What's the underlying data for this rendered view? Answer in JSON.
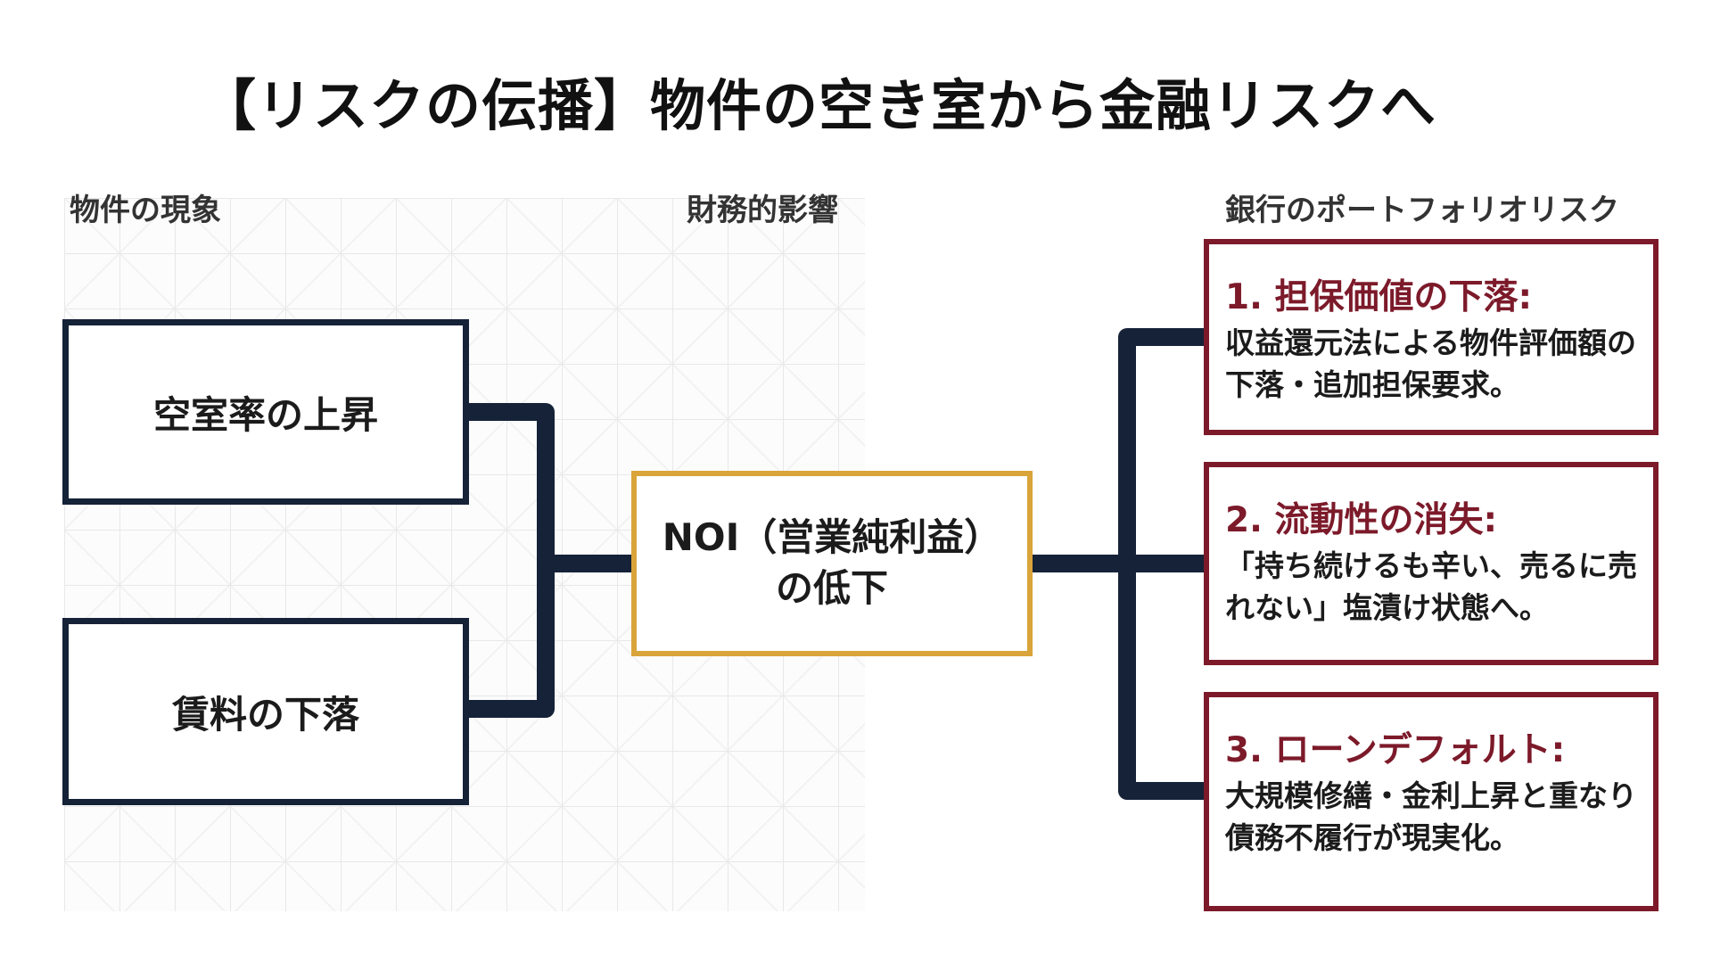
{
  "title": "【リスクの伝播】物件の空き室から金融リスクへ",
  "columns": {
    "left": "物件の現象",
    "middle": "財務的影響",
    "right": "銀行のポートフォリオリスク"
  },
  "left_boxes": [
    {
      "label": "空室率の上昇"
    },
    {
      "label": "賃料の下落"
    }
  ],
  "center_box": {
    "line1": "NOI（営業純利益）",
    "line2": "の低下"
  },
  "risks": [
    {
      "title": "1. 担保価値の下落:",
      "desc": "収益還元法による物件評価額の下落・追加担保要求。"
    },
    {
      "title": "2. 流動性の消失:",
      "desc": "「持ち続けるも辛い、売るに売れない」塩漬け状態へ。"
    },
    {
      "title": "3. ローンデフォルト:",
      "desc": "大規模修繕・金利上昇と重なり債務不履行が現実化。"
    }
  ],
  "colors": {
    "navy": "#152238",
    "gold": "#d9a43a",
    "maroon": "#7c1a2a"
  }
}
